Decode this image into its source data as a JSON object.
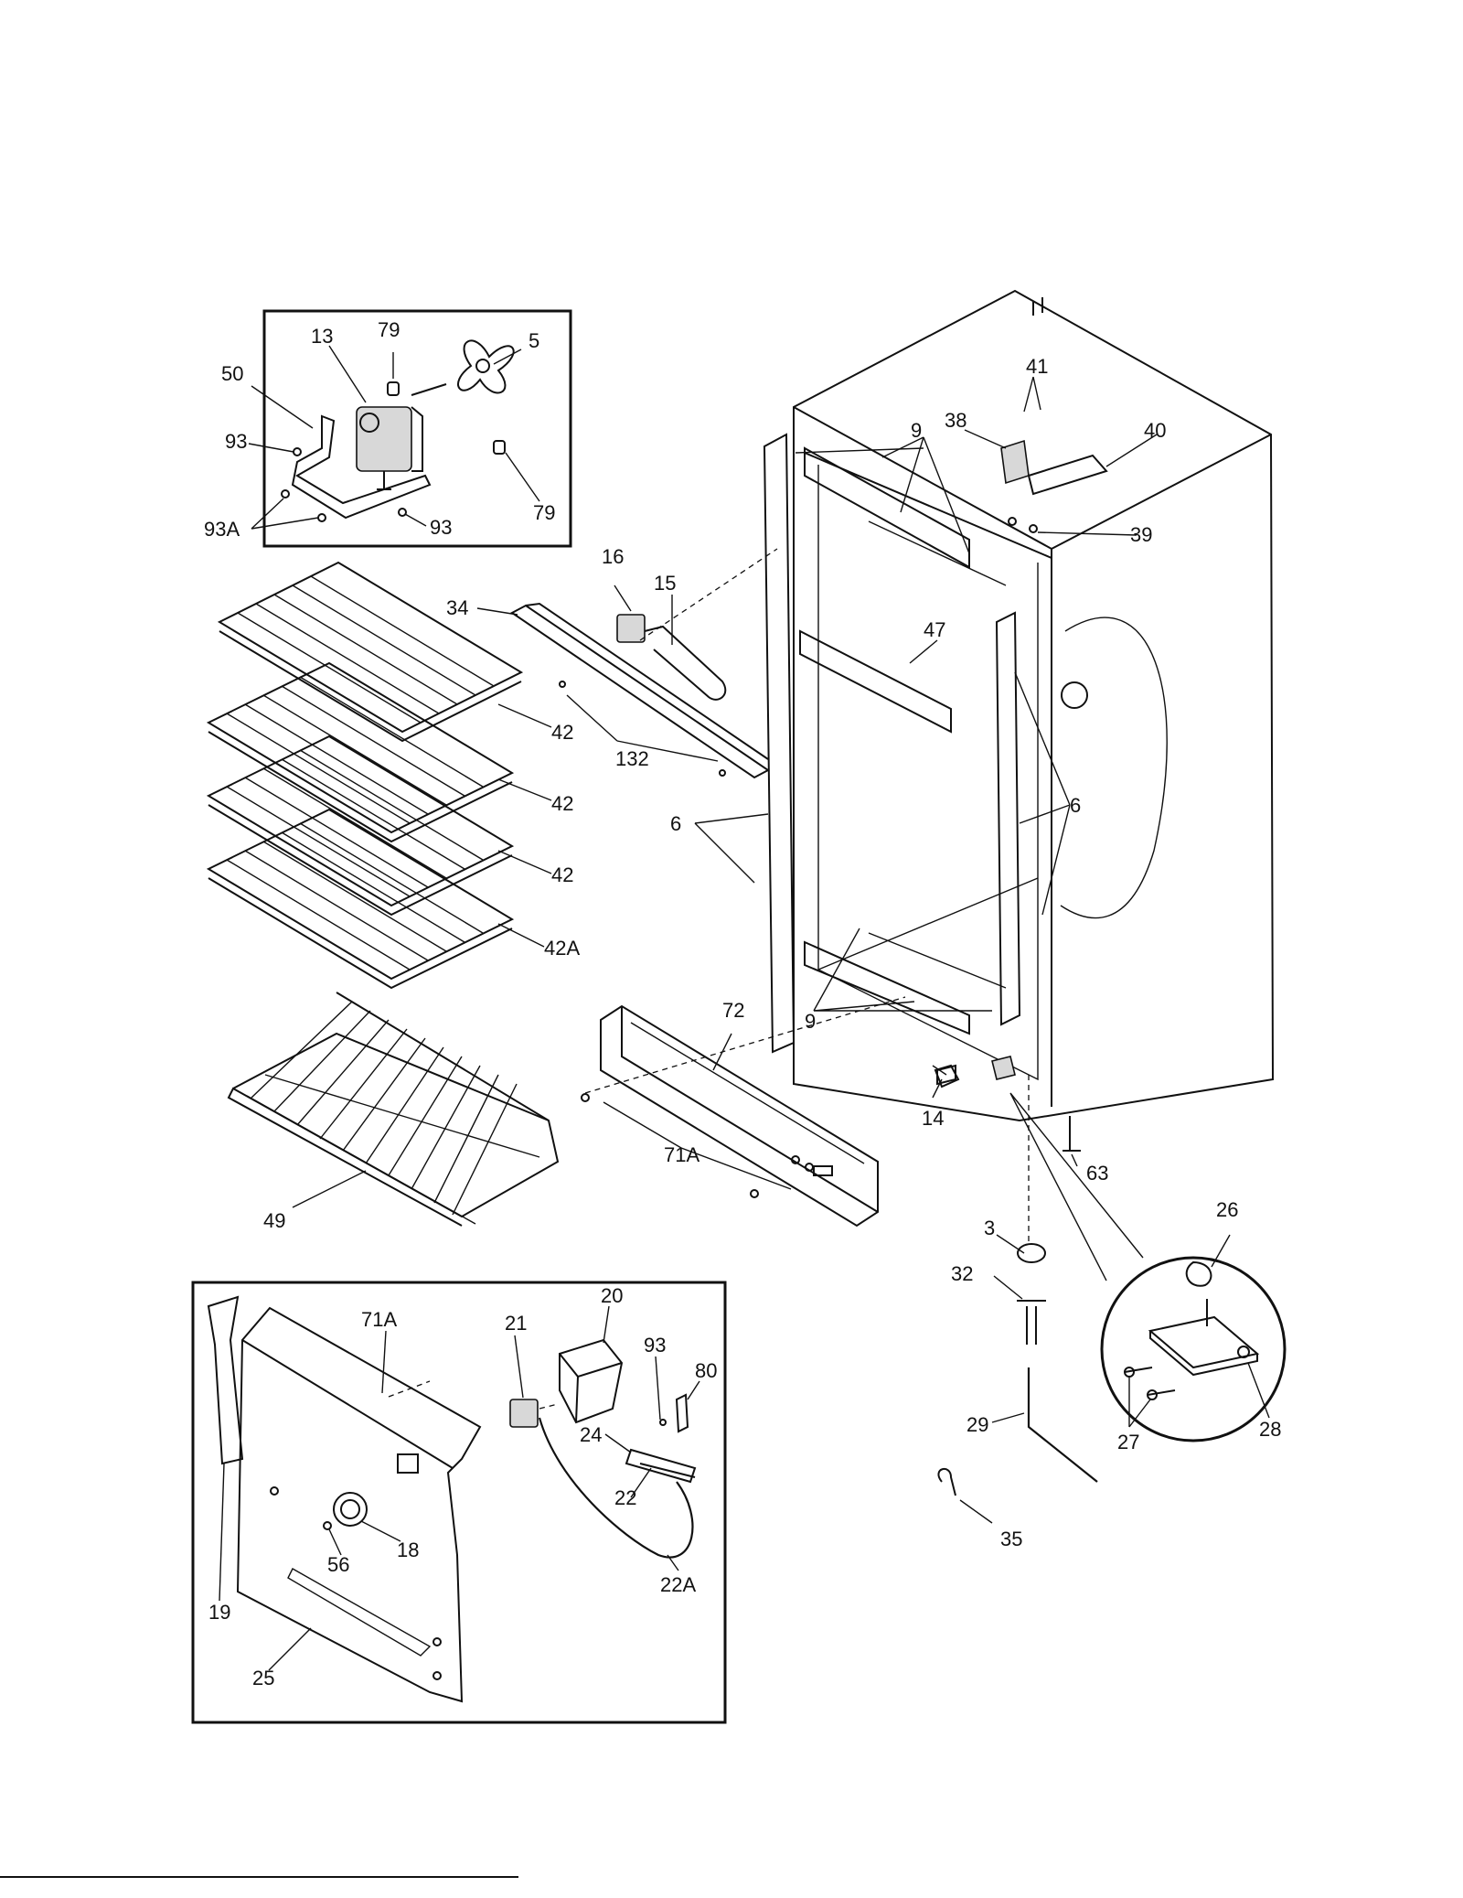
{
  "diagram": {
    "labels": {
      "l13": "13",
      "l79a": "79",
      "l5": "5",
      "l50": "50",
      "l93a": "93",
      "l93Aa": "93A",
      "l93b": "93",
      "l79b": "79",
      "l16": "16",
      "l15": "15",
      "l34": "34",
      "l132": "132",
      "l47": "47",
      "l9a": "9",
      "l38": "38",
      "l41": "41",
      "l40": "40",
      "l39": "39",
      "l42a": "42",
      "l42b": "42",
      "l42c": "42",
      "l42A": "42A",
      "l6a": "6",
      "l6b": "6",
      "l9b": "9",
      "l72": "72",
      "l71Aa": "71A",
      "l49": "49",
      "l14": "14",
      "l63": "63",
      "l3": "3",
      "l32": "32",
      "l26": "26",
      "l29": "29",
      "l27": "27",
      "l28": "28",
      "l35": "35",
      "l71Ab": "71A",
      "l21": "21",
      "l20": "20",
      "l93c": "93",
      "l80": "80",
      "l24": "24",
      "l22": "22",
      "l22A": "22A",
      "l18": "18",
      "l56": "56",
      "l19": "19",
      "l25": "25"
    }
  }
}
